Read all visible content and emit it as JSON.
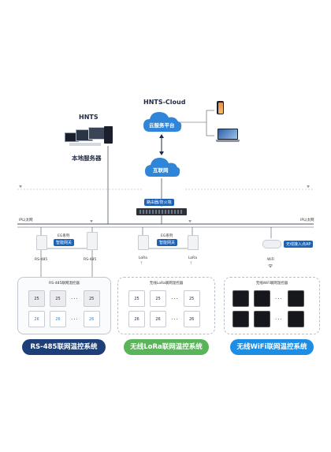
{
  "cloud": {
    "title": "HNTS-Cloud",
    "platform_label": "云服务平台"
  },
  "local": {
    "title": "HNTS",
    "server_label": "本地服务器"
  },
  "internet": {
    "label": "互联网"
  },
  "router": {
    "label": "路由器/防火墙"
  },
  "lan_labels": {
    "left": "IP以太网",
    "right": "IP以太网"
  },
  "wireless_ap": {
    "label": "无线接入点AP",
    "wifi_label": "WiFi"
  },
  "gateways": {
    "left": {
      "series": "EG系列",
      "name": "智能网关"
    },
    "right": {
      "series": "EG系列",
      "name": "智能网关"
    }
  },
  "bus_labels": {
    "rs485_a": "RS-485",
    "rs485_b": "RS-485",
    "lora_a": "LoRa",
    "lora_b": "LoRa"
  },
  "groups": {
    "rs485": {
      "title": "RS-485联网温控器",
      "system": "RS-485联网温控系统",
      "color": "#1d3f78"
    },
    "lora": {
      "title": "无线LoRa联网温控器",
      "system": "无线LoRa联网温控系统",
      "color": "#5bb45a"
    },
    "wifi": {
      "title": "无线WiFi联网温控器",
      "system": "无线WiFi联网温控系统",
      "color": "#1d8ee6"
    }
  },
  "thermostat_reading": "25",
  "thermostat_reading_alt": "26",
  "ellipsis": "···",
  "colors": {
    "accent": "#1d62b6",
    "cloud": "#2f86d8",
    "line": "#6d7a8a"
  }
}
